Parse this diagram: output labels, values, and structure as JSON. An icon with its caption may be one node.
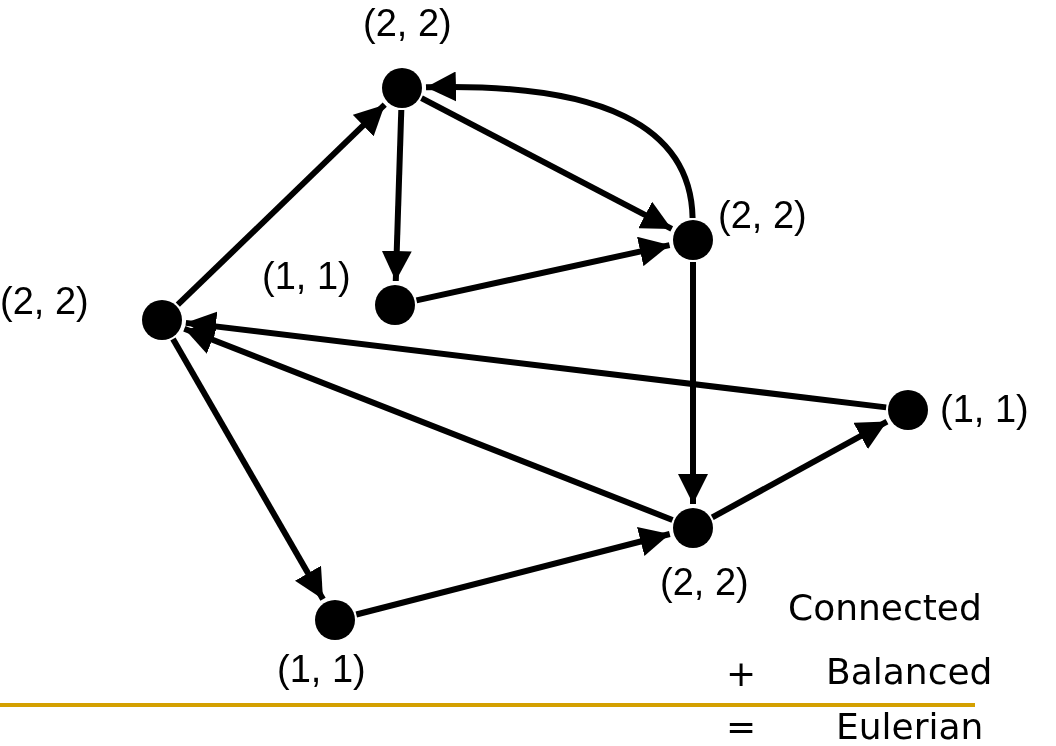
{
  "diagram": {
    "nodes": [
      {
        "text": [],
        "shape": "circle",
        "beside": [
          "(2, 2)"
        ]
      },
      {
        "text": [],
        "shape": "circle",
        "beside": [
          "(2, 2)"
        ]
      },
      {
        "text": [],
        "shape": "circle",
        "beside": [
          "(1, 1)"
        ]
      },
      {
        "text": [],
        "shape": "circle",
        "beside": [
          "(2, 2)"
        ]
      },
      {
        "text": [],
        "shape": "circle",
        "beside": [
          "(1, 1)"
        ]
      },
      {
        "text": [],
        "shape": "circle",
        "beside": [
          "(2, 2)"
        ]
      },
      {
        "text": [],
        "shape": "circle",
        "beside": [
          "(1, 1)"
        ]
      }
    ],
    "edges": [
      {
        "from": 0,
        "to": 1,
        "arrow": "to"
      },
      {
        "from": 0,
        "to": 2,
        "arrow": "to"
      },
      {
        "from": 2,
        "to": 1,
        "arrow": "to"
      },
      {
        "from": 1,
        "to": 0,
        "arrow": "to"
      },
      {
        "from": 1,
        "to": 5,
        "arrow": "to"
      },
      {
        "from": 3,
        "to": 0,
        "arrow": "to"
      },
      {
        "from": 3,
        "to": 6,
        "arrow": "to"
      },
      {
        "from": 6,
        "to": 5,
        "arrow": "to"
      },
      {
        "from": 5,
        "to": 4,
        "arrow": "to"
      },
      {
        "from": 4,
        "to": 3,
        "arrow": "to"
      },
      {
        "from": 5,
        "to": 3,
        "arrow": "to"
      }
    ],
    "labels": [
      "Connected",
      "+",
      "Balanced",
      "=",
      "Eulerian"
    ]
  }
}
